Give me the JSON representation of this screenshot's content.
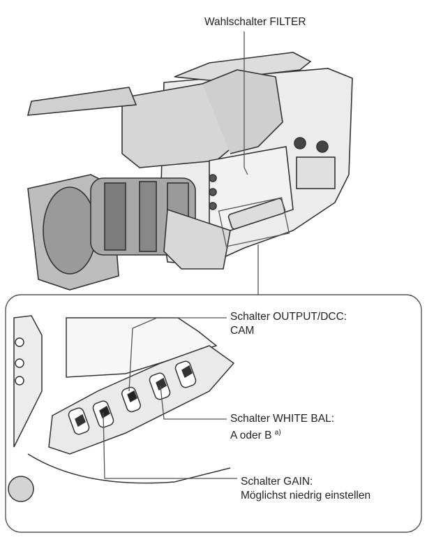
{
  "labels": {
    "filter": "Wahlschalter FILTER",
    "output_line1": "Schalter OUTPUT/DCC:",
    "output_line2": "CAM",
    "white_line1": "Schalter WHITE BAL:",
    "white_line2": "A oder B",
    "white_note": "a)",
    "gain_line1": "Schalter GAIN:",
    "gain_line2": "Möglichst niedrig einstellen"
  }
}
